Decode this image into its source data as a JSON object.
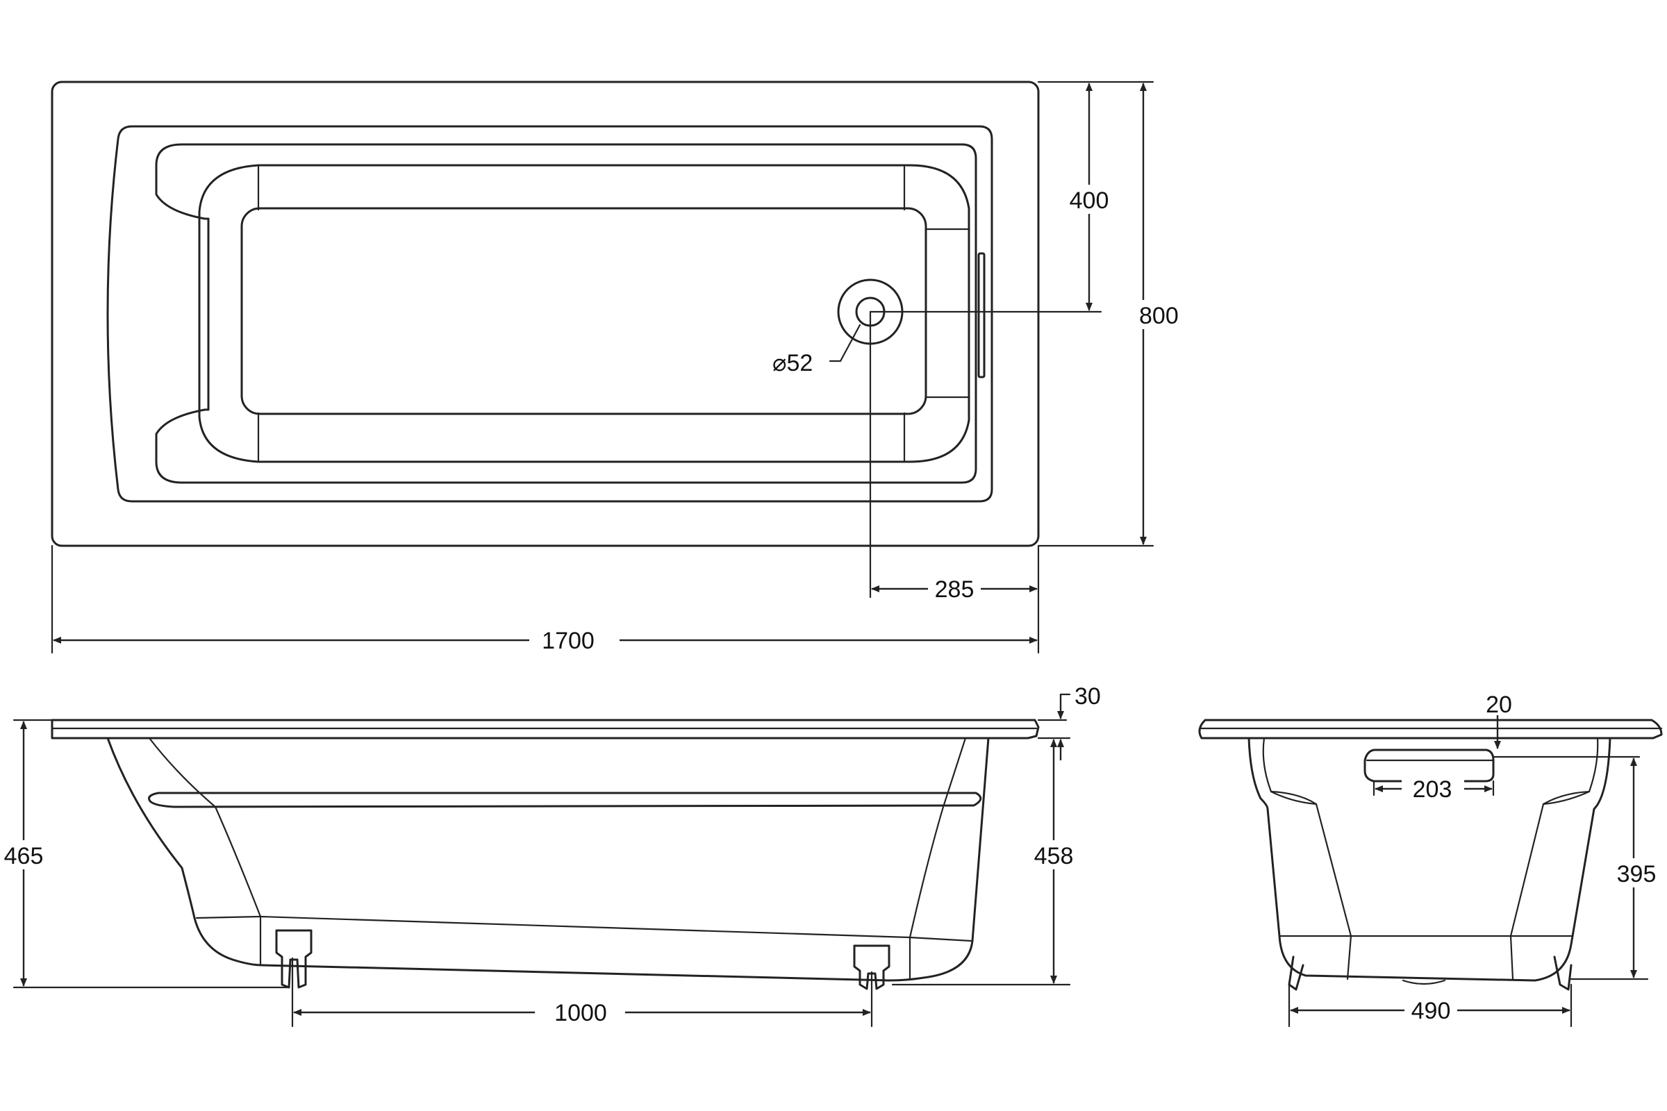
{
  "dimensions": {
    "total_length": "1700",
    "total_width": "800",
    "drain_offset_side": "400",
    "drain_offset_end": "285",
    "drain_diameter": "52",
    "total_height": "465",
    "height_to_rim": "458",
    "rim_thickness": "30",
    "leg_spacing_length": "1000",
    "overflow_offset": "20",
    "overflow_width": "203",
    "inner_height": "395",
    "leg_spacing_width": "490"
  },
  "symbols": {
    "diameter": "⌀"
  },
  "colors": {
    "line": "#222222",
    "background": "#ffffff"
  }
}
